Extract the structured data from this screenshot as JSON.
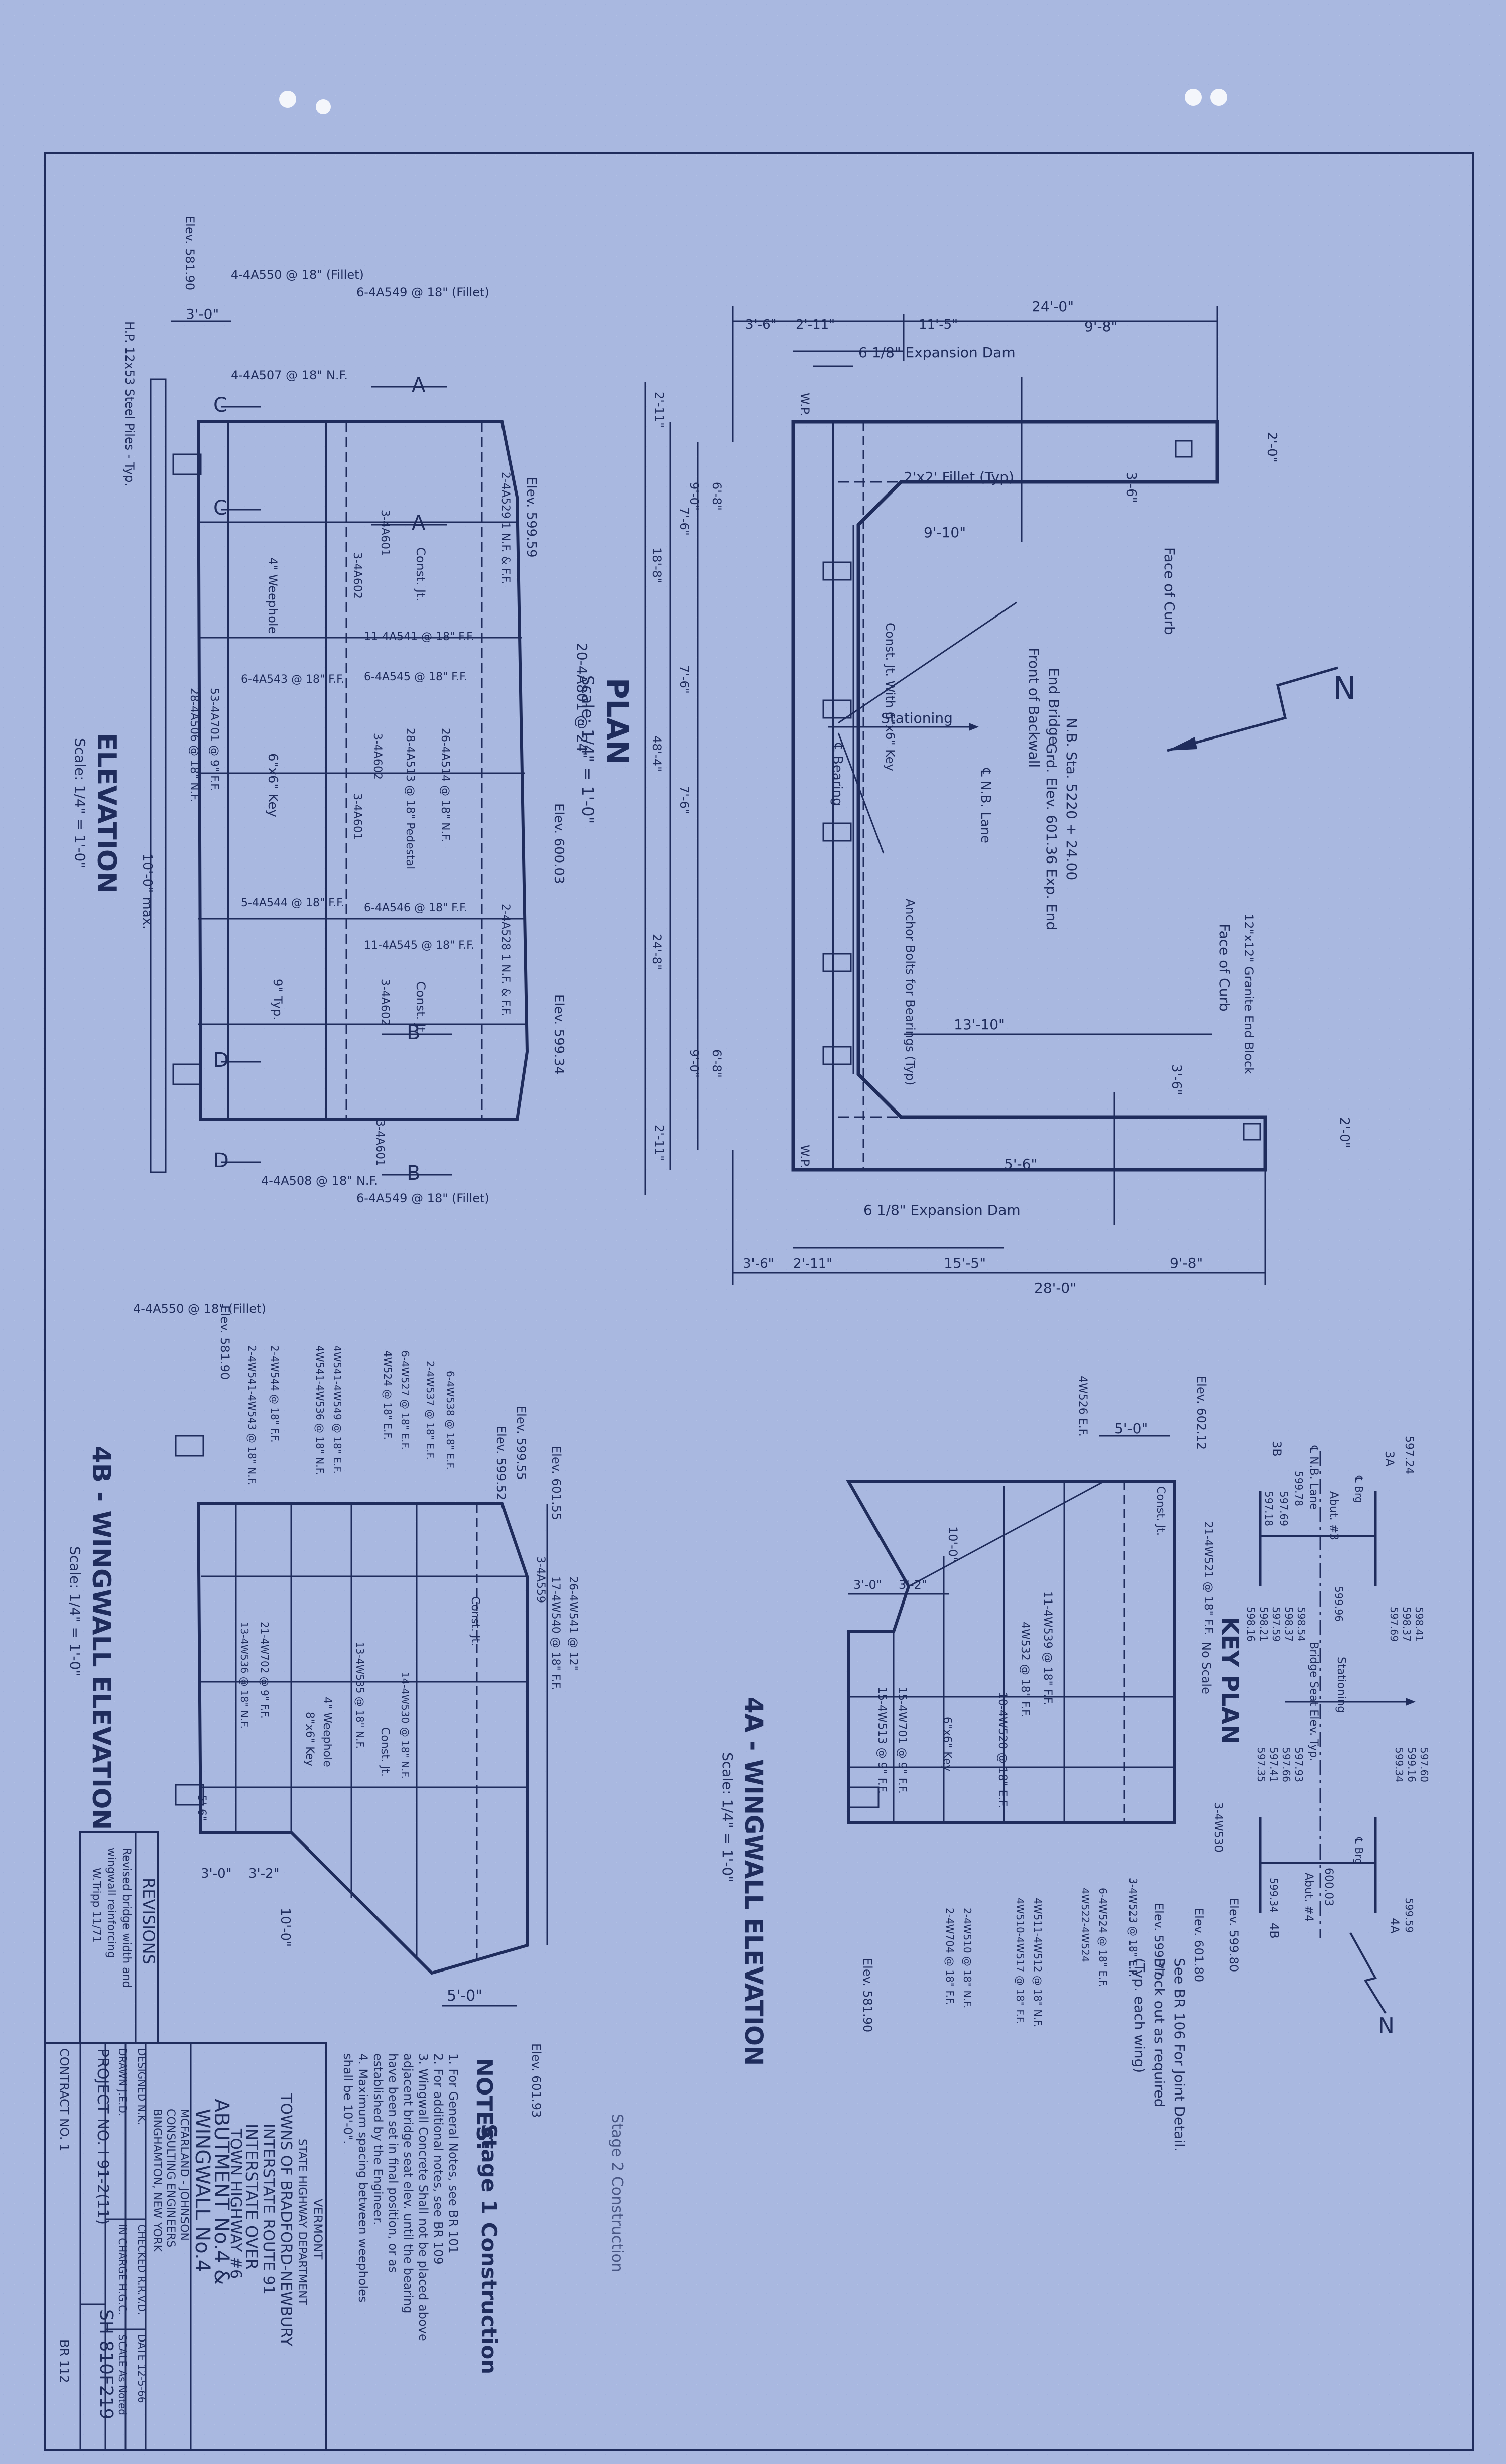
{
  "plan": {
    "title": "PLAN",
    "scale": "Scale: 1/4\" = 1'-0\"",
    "dims_top": [
      "3'-6\"",
      "2'-11\"",
      "11'-5\"",
      "24'-0\"",
      "9'-8\""
    ],
    "dims_bottom": [
      "3'-6\"",
      "2'-11\"",
      "15'-5\"",
      "28'-0\"",
      "9'-8\""
    ],
    "dim_13_10": "13'-10\"",
    "dim_5_6": "5'-6\"",
    "dim_9_10": "9'-10\"",
    "left_dims": [
      "2'-11\"",
      "6'-8\"",
      "9'-0\"",
      "7'-6\"",
      "18'-8\"",
      "7'-6\"",
      "48'-4\"",
      "7'-6\"",
      "24'-8\"",
      "6'-8\"",
      "9'-0\"",
      "2'-11\""
    ],
    "exp_dam_top": "6 1/8\" Expansion Dam",
    "exp_dam_bottom": "6 1/8\" Expansion Dam",
    "fillet": "2'x2' Fillet (Typ)",
    "face_of_curb_top": "Face of Curb",
    "face_of_curb_bottom": "Face of Curb",
    "granite_block": "12\"x12\" Granite End Block",
    "curb_w_top": "2'-0\"",
    "curb_w_bottom": "2'-0\"",
    "curb_h_top": "3'-6\"",
    "curb_h_bottom": "3'-6\"",
    "wp_top": "W.P.",
    "wp_bottom": "W.P.",
    "constr_jt": "Const. Jt. With 6\"x6\" Key",
    "end_bridge": "End Bridge",
    "front_backwall": "Front of Backwall",
    "station": "N.B. Sta. 5220 + 24.00",
    "elev_end": "Grd. Elev. 601.36 Exp. End",
    "stationing": "Stationing",
    "nb_lane": "℄ N.B. Lane",
    "bearing": "℄ Bearing",
    "anchor_bolts": "Anchor Bolts for Bearings (Typ)"
  },
  "elevation": {
    "title": "ELEVATION",
    "scale": "Scale: 1/4\" = 1'-0\"",
    "labels": [
      "3-4A601",
      "3-4A602",
      "11-4A541 @ 18\" F.F.",
      "6-4A545 @ 18\" F.F.",
      "26-4A514 @ 18\" N.F.",
      "28-4A513 @ 18\" Pedestal",
      "3-4A602",
      "3-4A601",
      "6-4A546 @ 18\" F.F.",
      "11-4A545 @ 18\" F.F.",
      "3-4A602",
      "3-4A601"
    ],
    "left_labels": [
      "6-4A543 @ 18\" F.F.",
      "53-4A701 @ 9\" F.F.",
      "28-4A506 @ 18\" N.F.",
      "5-4A544 @ 18\" F.F."
    ],
    "top_labels": [
      "4-4A550 @ 18\" (Fillet)",
      "6-4A549 @ 18\" (Fillet)",
      "4-4A507 @ 18\" N.F."
    ],
    "bottom_labels": [
      "4-4A508 @ 18\" N.F.",
      "6-4A549 @ 18\" (Fillet)",
      "4-4A550 @ 18\" (Fillet)"
    ],
    "hp": "H.P. 12x53 Steel Piles - Typ.",
    "elev_top": "Elev. 581.90",
    "elev_bottom": "Elev. 581.90",
    "elev_599": "Elev. 599.59",
    "elev_600": "Elev. 600.03",
    "elev_599_34": "Elev. 599.34",
    "dim_3_0": "3'-0\"",
    "pile_spacing": "10'-0\" max.",
    "key": "6\"x6\" Key",
    "weephole": "4\" Weephole",
    "typ9": "9\" Typ.",
    "constr1": "Const. Jt.",
    "constr2": "Const. Jt.",
    "top_bars": "20-4A801 @ 24\"",
    "tmp": [
      "2-4A529 1 N.F. & F.F.",
      "2-4A528 1 N.F. & F.F."
    ],
    "section_letters": [
      "A",
      "A",
      "B",
      "B",
      "C",
      "C",
      "D",
      "D"
    ]
  },
  "wingwall_4b": {
    "title": "4B - WINGWALL ELEVATION",
    "scale": "Scale: 1/4\" = 1'-0\"",
    "labels": [
      "2-4W541-4W543 @ 18\" N.F.",
      "4W541-4W536 @ 18\" N.F.",
      "4W541-4W549 @ 18\" E.F.",
      "2-4W544 @ 18\" F.F.",
      "4W524 @ 18\" E.F.",
      "6-4W527 @ 18\" E.F.",
      "2-4W537 @ 18\" E.F.",
      "6-4W538 @ 18\" E.F.",
      "26-4W541 @ 12\"",
      "17-4W540 @ 18\" F.F.",
      "3-4A559",
      "14-4W530 @ 18\" N.F.",
      "13-4W535 @ 18\" N.F.",
      "21-4W702 @ 9\" F.F.",
      "13-4W536 @ 18\" N.F."
    ],
    "elevs": [
      "Elev. 601.55",
      "Elev. 599.55",
      "Elev. 599.52",
      "Elev. 601.93"
    ],
    "dims": [
      "3'-0\"",
      "3'-2\"",
      "10'-0\"",
      "5'-0\"",
      "5'-6\""
    ],
    "key": "8\"x6\" Key",
    "weephole": "4\" Weephole",
    "constr": "Const. Jt.",
    "constr2": "Const. Jt."
  },
  "wingwall_4a": {
    "title": "4A - WINGWALL ELEVATION",
    "scale": "Scale: 1/4\" = 1'-0\"",
    "labels": [
      "4W526 E.F.",
      "11-4W539 @ 18\" F.F.",
      "4W532 @ 18\" F.F.",
      "10-4W520 @ 18\" E.F.",
      "15-4W701 @ 9\" F.F.",
      "15-4W513 @ 9\" F.F.",
      "21-4W521 @ 18\" F.F.",
      "3-4W530",
      "2-4W510 @ 18\" N.F.",
      "2-4W704 @ 18\" F.F.",
      "4W511-4W512 @ 18\" N.F.",
      "4W510-4W517 @ 18\" F.F.",
      "6-4W524 @ 18\" E.F.",
      "4W522-4W524",
      "3-4W523 @ 18\" E.F."
    ],
    "elevs": [
      "Elev. 602.12",
      "Elev. 581.90",
      "Elev. 599.80",
      "Elev. 599.77",
      "Elev. 601.80"
    ],
    "dims": [
      "5'-0\"",
      "3'-0\"",
      "3'-2\"",
      "10'-0\""
    ],
    "key": "6\"x6\" Key",
    "constr": "Const. Jt."
  },
  "key_plan": {
    "title": "KEY PLAN",
    "scale": "No Scale",
    "labels": [
      "3B",
      "3A",
      "597.24",
      "℄ N.B. Lane",
      "Abut. #3",
      "599.78",
      "597.69",
      "597.18",
      "598.41",
      "598.37",
      "597.69",
      "598.54",
      "598.37",
      "597.59",
      "598.21",
      "598.16",
      "599.96",
      "Bridge Seat Elev. Typ.",
      "Stationing",
      "597.60",
      "597.93",
      "597.66",
      "599.16",
      "597.41",
      "599.34",
      "597.35",
      "600.03",
      "Abut. #4",
      "599.34",
      "599.59",
      "4A",
      "4B",
      "℄ Brg",
      "℄ Brg"
    ],
    "block_note": [
      "See BR 106 For Joint Detail.",
      "Block out as required",
      "(Typ. each wing)"
    ]
  },
  "notes": {
    "title": "NOTES:",
    "stamp": "Stage 1 Construction",
    "stamp2": "Stage 2 Construction",
    "lines": [
      "1. For General Notes, see BR 101",
      "2. For additional notes, see BR 109",
      "3. Wingwall Concrete Shall not be placed above",
      "adjacent bridge seat elev. until the bearing",
      "have been set in final position, or as",
      "established by the Engineer.",
      "4. Maximum spacing between weepholes",
      "shall be 10'-0\"."
    ]
  },
  "revisions": {
    "title": "REVISIONS",
    "lines": [
      "Revised bridge width and",
      "wingwall reinforcing",
      "W.Tripp 11/71"
    ]
  },
  "title_block": {
    "state": "VERMONT",
    "dept": "STATE HIGHWAY DEPARTMENT",
    "towns": "TOWNS OF BRADFORD-NEWBURY",
    "route": "INTERSTATE ROUTE 91",
    "over": "INTERSTATE OVER",
    "highway": "TOWN HIGHWAY #6",
    "abutment": "ABUTMENT No.4 &",
    "wingwall": "WINGWALL No.4",
    "firm": [
      "MCFARLAND - JOHNSON",
      "CONSULTING ENGINEERS",
      "BINGHAMTON, NEW YORK"
    ],
    "designed": "DESIGNED  N.K.",
    "checked": "CHECKED  R.R.V.D.",
    "date": "DATE  12-5-66",
    "drawn": "DRAWN  J.E.D.",
    "in_charge": "IN CHARGE  H.G.C.",
    "scale": "SCALE  As Noted",
    "project": "PROJECT NO.  I 91-2(11)",
    "sheet": "SH 810F219",
    "contract": "CONTRACT NO. 1",
    "br": "BR 112"
  }
}
